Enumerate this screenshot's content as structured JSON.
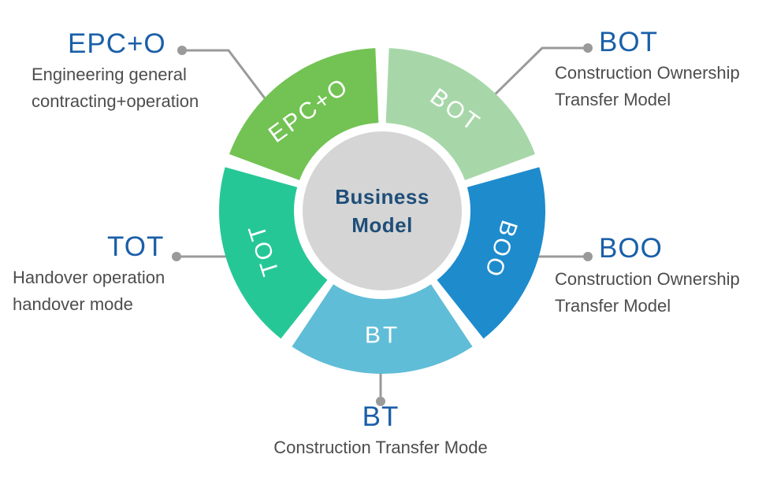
{
  "center": {
    "line1": "Business",
    "line2": "Model",
    "text_color": "#1f4e79",
    "circle_color": "#d5d5d5"
  },
  "chart_data": {
    "type": "pie",
    "subtype": "donut-diagram",
    "title": "Business Model",
    "legend_position": "none",
    "label_color": "#ffffff",
    "segments": [
      {
        "key": "bot",
        "label": "BOT",
        "color": "#a7d7a9",
        "start_deg": 0,
        "end_deg": 72,
        "description": "Construction Ownership Transfer Model"
      },
      {
        "key": "boo",
        "label": "BOO",
        "color": "#1e8bcd",
        "start_deg": 72,
        "end_deg": 144,
        "description": "Construction Ownership Transfer Model"
      },
      {
        "key": "bt",
        "label": "BT",
        "color": "#60bdd7",
        "start_deg": 144,
        "end_deg": 216,
        "description": "Construction Transfer Mode"
      },
      {
        "key": "tot",
        "label": "TOT",
        "color": "#26c796",
        "start_deg": 216,
        "end_deg": 288,
        "description": "Handover operation handover mode"
      },
      {
        "key": "epco",
        "label": "EPC+O",
        "color": "#72c353",
        "start_deg": 288,
        "end_deg": 360,
        "description": "Engineering general contracting+operation"
      }
    ]
  },
  "callouts": {
    "epco": {
      "title": "EPC+O",
      "lines": [
        "Engineering general",
        "contracting+operation"
      ]
    },
    "bot": {
      "title": "BOT",
      "lines": [
        "Construction Ownership",
        "Transfer Model"
      ]
    },
    "boo": {
      "title": "BOO",
      "lines": [
        "Construction Ownership",
        "Transfer Model"
      ]
    },
    "tot": {
      "title": "TOT",
      "lines": [
        "Handover operation",
        "handover mode"
      ]
    },
    "bt": {
      "title": "BT",
      "lines": [
        "Construction Transfer Mode"
      ]
    }
  },
  "colors": {
    "callout_title": "#1a5fa8",
    "callout_text": "#4d4d4d",
    "connector": "#9a9a9a"
  }
}
